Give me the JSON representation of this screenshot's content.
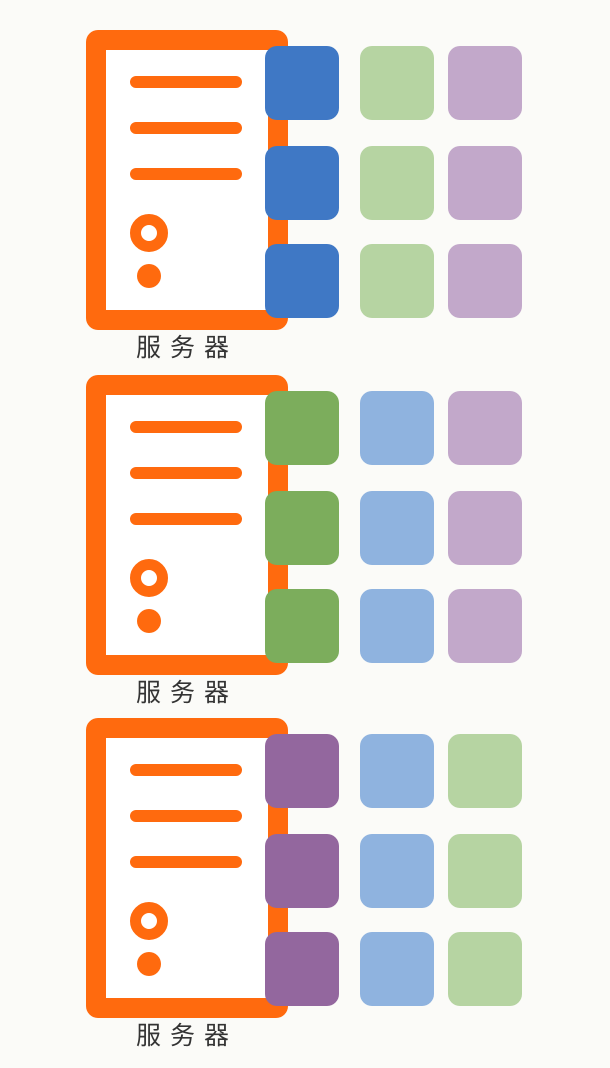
{
  "servers": [
    {
      "label": "服务器",
      "blocks": [
        [
          "#3f78c5",
          "#b6d4a2",
          "#c2a8ca"
        ],
        [
          "#3f78c5",
          "#b6d4a2",
          "#c2a8ca"
        ],
        [
          "#3f78c5",
          "#b6d4a2",
          "#c2a8ca"
        ]
      ]
    },
    {
      "label": "服务器",
      "blocks": [
        [
          "#7cad5c",
          "#8fb3df",
          "#c2a8ca"
        ],
        [
          "#7cad5c",
          "#8fb3df",
          "#c2a8ca"
        ],
        [
          "#7cad5c",
          "#8fb3df",
          "#c2a8ca"
        ]
      ]
    },
    {
      "label": "服务器",
      "blocks": [
        [
          "#93679e",
          "#8fb3df",
          "#b6d4a2"
        ],
        [
          "#93679e",
          "#8fb3df",
          "#b6d4a2"
        ],
        [
          "#93679e",
          "#8fb3df",
          "#b6d4a2"
        ]
      ]
    }
  ]
}
